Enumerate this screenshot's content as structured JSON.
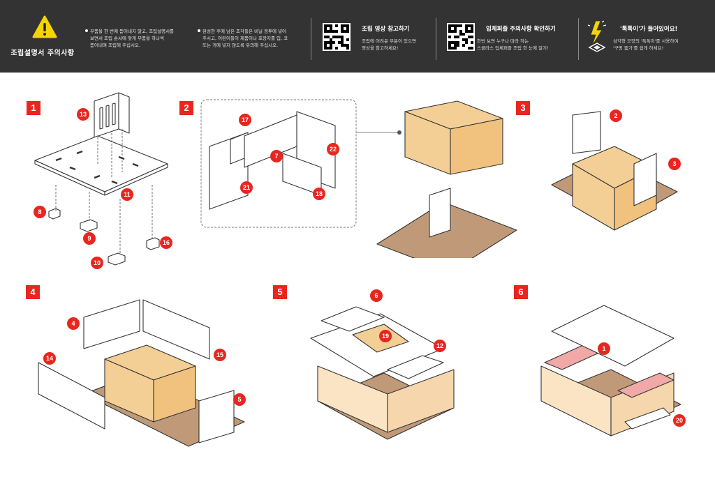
{
  "header": {
    "warning": {
      "title": "조립설명서 주의사항",
      "bullets": [
        {
          "lines": [
            "부품을 한 번에 뜯어내지 말고, 조립설명서를",
            "보면서 조립 순서에 맞게 부품을 하나씩",
            "뜯어내며 조립해 주십시오."
          ]
        },
        {
          "lines": [
            "완성한 후에 남은 조각들은 비닐 봉투에 넣어",
            "주시고, 어린이들이 제품이나 포장지를 입, 코",
            "또는 귀에 넣지 않도록 유의해 주십시오."
          ]
        }
      ]
    },
    "video": {
      "title": "조립 영상 참고하기",
      "desc": [
        "조립에 어려운 부분이 있으면",
        "영상을 참고하세요!"
      ]
    },
    "puzzle": {
      "title": "입체퍼즐 주의사항 확인하기",
      "desc": [
        "한번 보면 누구나 따라 하는",
        "스콜라스 입체퍼즐 조립 한 눈에 알기!"
      ]
    },
    "tool": {
      "title": "'톡톡이'가 들어있어요!",
      "desc": [
        "삼각형 모양의 '톡톡이'를 사용하여",
        "'구멍 뚫기'를 쉽게 하세요!"
      ]
    }
  },
  "steps": [
    "1",
    "2",
    "3",
    "4",
    "5",
    "6"
  ],
  "callouts": {
    "p13": "13",
    "p11": "11",
    "p8": "8",
    "p9": "9",
    "p16": "16",
    "p10": "10",
    "p17": "17",
    "p7": "7",
    "p22": "22",
    "p21": "21",
    "p18": "18",
    "p2": "2",
    "p3": "3",
    "p4": "4",
    "p15": "15",
    "p14": "14",
    "p5": "5",
    "p6": "6",
    "p19": "19",
    "p12": "12",
    "p1": "1",
    "p20": "20"
  },
  "colors": {
    "header_bg": "#333333",
    "accent_red": "#e8261f",
    "warning_yellow": "#f5d400",
    "wood_light": "#f3cf95",
    "wood_base": "#c09a78",
    "roof_pink": "#f0a9a6"
  },
  "icons": {
    "warning": "warning-triangle-icon",
    "qr": "qr-code-icon",
    "tool": "lightning-tool-icon"
  }
}
